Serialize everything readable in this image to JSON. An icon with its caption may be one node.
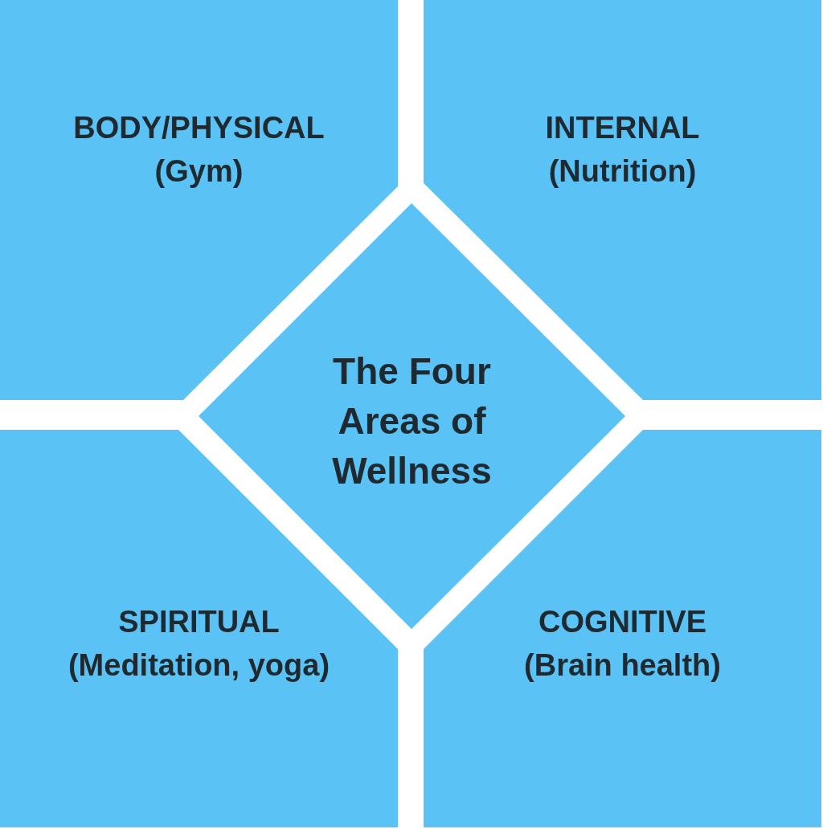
{
  "diagram": {
    "nodes": [
      {
        "text": [
          "BODY/PHYSICAL",
          "(Gym)"
        ]
      },
      {
        "text": [
          "INTERNAL",
          "(Nutrition)"
        ]
      },
      {
        "text": [
          "The Four Areas of Wellness"
        ]
      },
      {
        "text": [
          "SPIRITUAL",
          "(Meditation, yoga)"
        ]
      },
      {
        "text": [
          "COGNITIVE",
          "(Brain health)"
        ]
      }
    ],
    "edges": []
  }
}
